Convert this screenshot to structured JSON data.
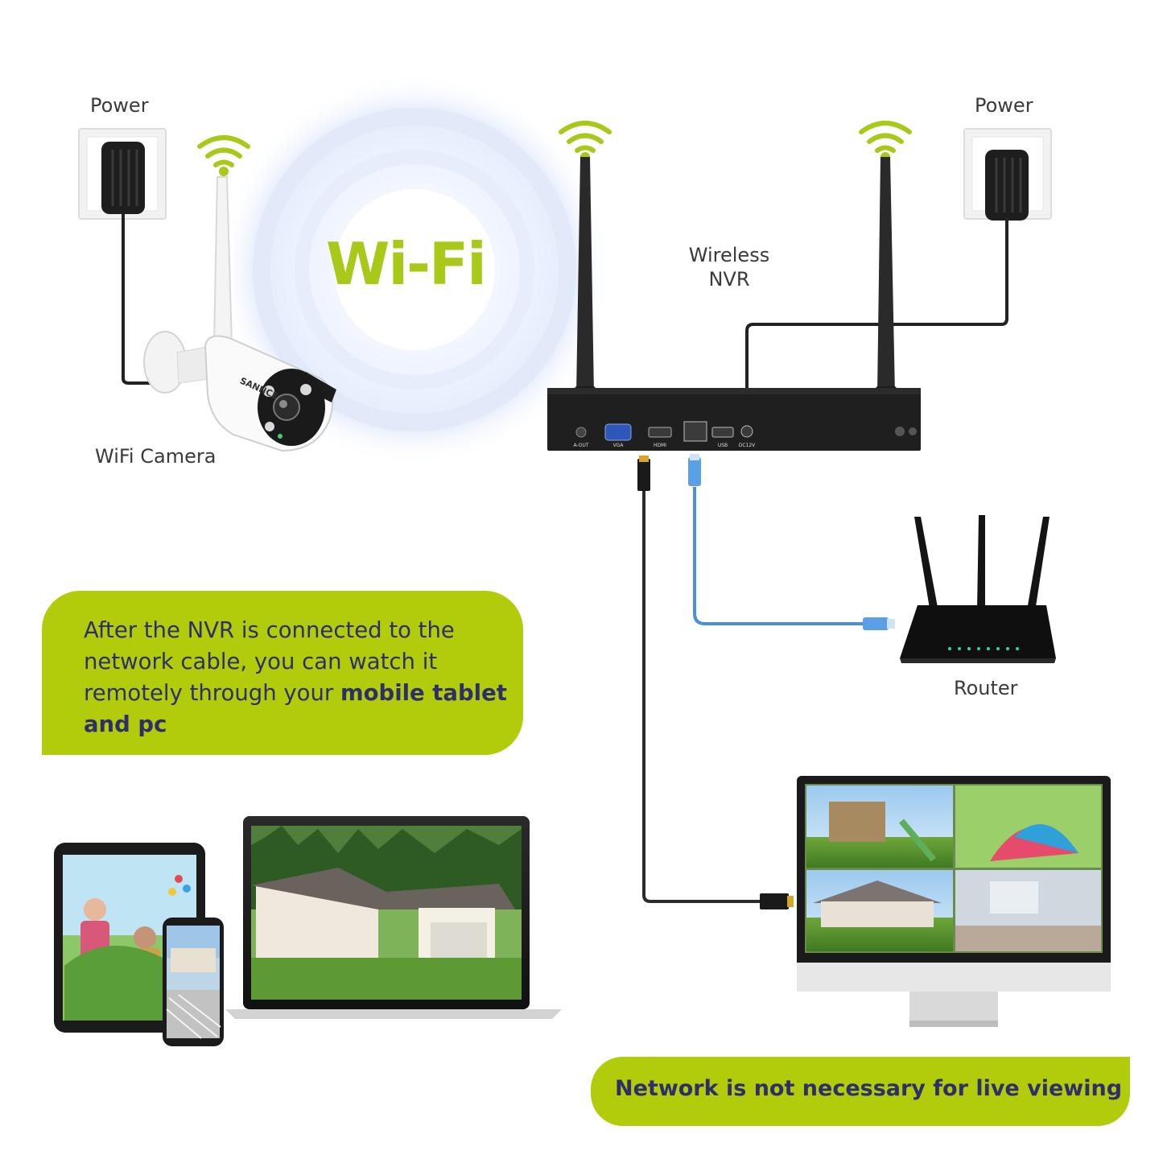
{
  "labels": {
    "power_left": "Power",
    "power_right": "Power",
    "wifi_camera": "WiFi Camera",
    "wireless_nvr_line1": "Wireless",
    "wireless_nvr_line2": "NVR",
    "router": "Router",
    "wifi_word": "Wi-Fi",
    "camera_brand": "SANNCE"
  },
  "callout_remote": {
    "text_plain": "After the NVR is connected to the network cable, you can watch it remotely through your ",
    "text_bold": "mobile tablet and pc"
  },
  "callout_live": {
    "text": "Network is not necessary for live viewing"
  },
  "nvr_ports": [
    "A-OUT",
    "VGA",
    "HDMI",
    "",
    "USB",
    "DC12V"
  ],
  "colors": {
    "accent_green": "#b2cc0c",
    "wifi_green": "#a8c81a",
    "text_navy": "#2e2f68",
    "ethernet_blue": "#4a8fd8",
    "cable_dark": "#2b2b2b"
  }
}
